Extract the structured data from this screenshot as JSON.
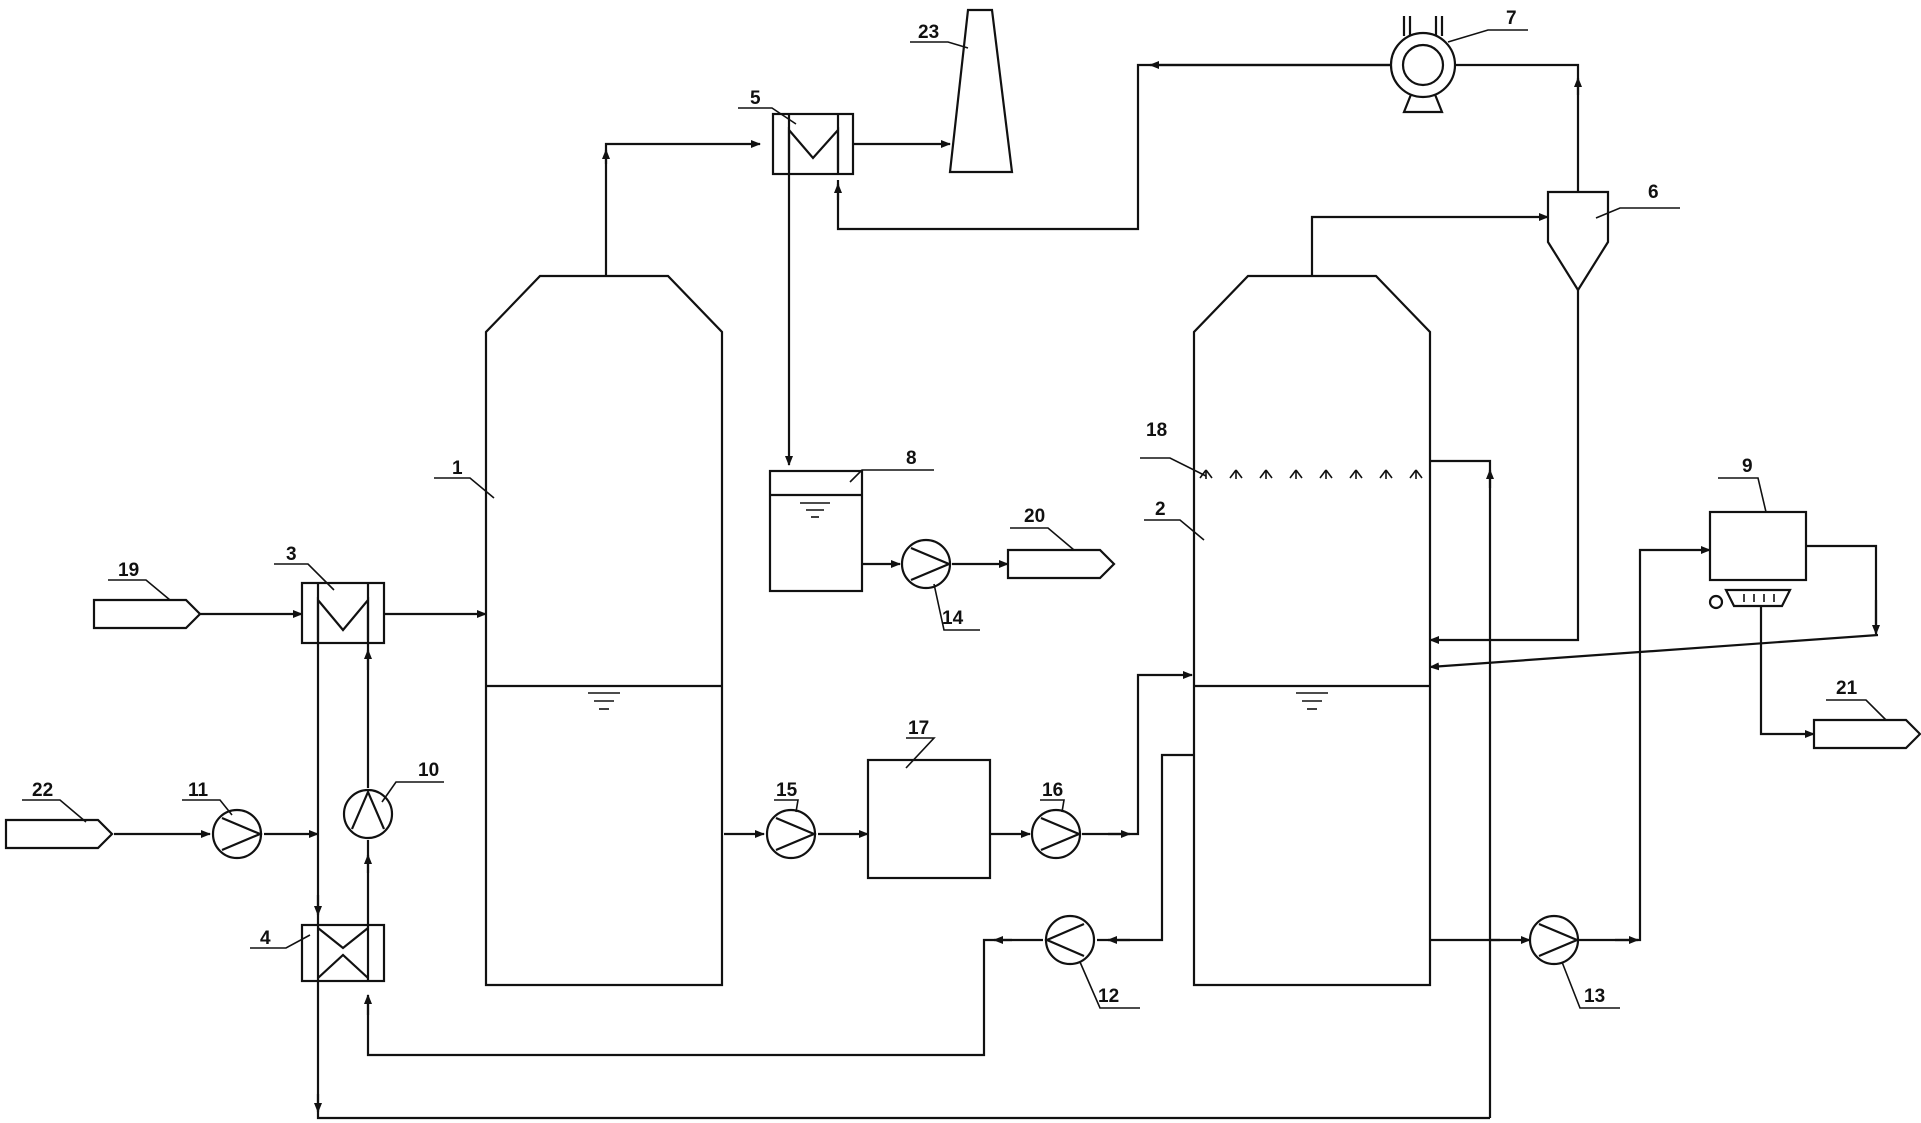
{
  "labels": {
    "l1": "1",
    "l2": "2",
    "l3": "3",
    "l4": "4",
    "l5": "5",
    "l6": "6",
    "l7": "7",
    "l8": "8",
    "l9": "9",
    "l10": "10",
    "l11": "11",
    "l12": "12",
    "l13": "13",
    "l14": "14",
    "l15": "15",
    "l16": "16",
    "l17": "17",
    "l18": "18",
    "l19": "19",
    "l20": "20",
    "l21": "21",
    "l22": "22",
    "l23": "23"
  }
}
